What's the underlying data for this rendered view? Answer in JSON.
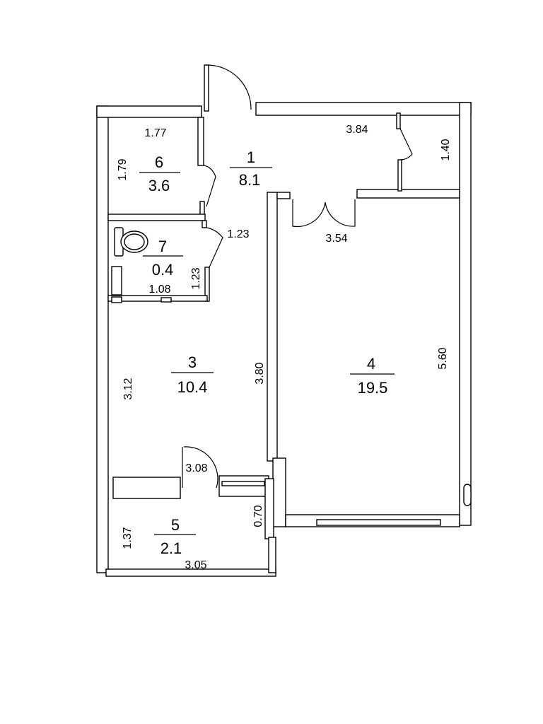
{
  "rooms": [
    {
      "id": "1",
      "area": "8.1"
    },
    {
      "id": "3",
      "area": "10.4"
    },
    {
      "id": "4",
      "area": "19.5"
    },
    {
      "id": "5",
      "area": "2.1"
    },
    {
      "id": "6",
      "area": "3.6"
    },
    {
      "id": "7",
      "area": "0.4"
    }
  ],
  "dimensions": {
    "room6_width": "1.77",
    "room6_height": "1.79",
    "hall_width": "3.84",
    "closet_height": "1.40",
    "room7_door": "1.23",
    "room7_height": "1.23",
    "room7_width": "1.08",
    "room4_door": "3.54",
    "room3_height": "3.12",
    "room3_right": "3.80",
    "room4_height": "5.60",
    "room5_top": "3.08",
    "room5_height": "1.37",
    "room5_right": "0.70",
    "room5_width": "3.05"
  }
}
